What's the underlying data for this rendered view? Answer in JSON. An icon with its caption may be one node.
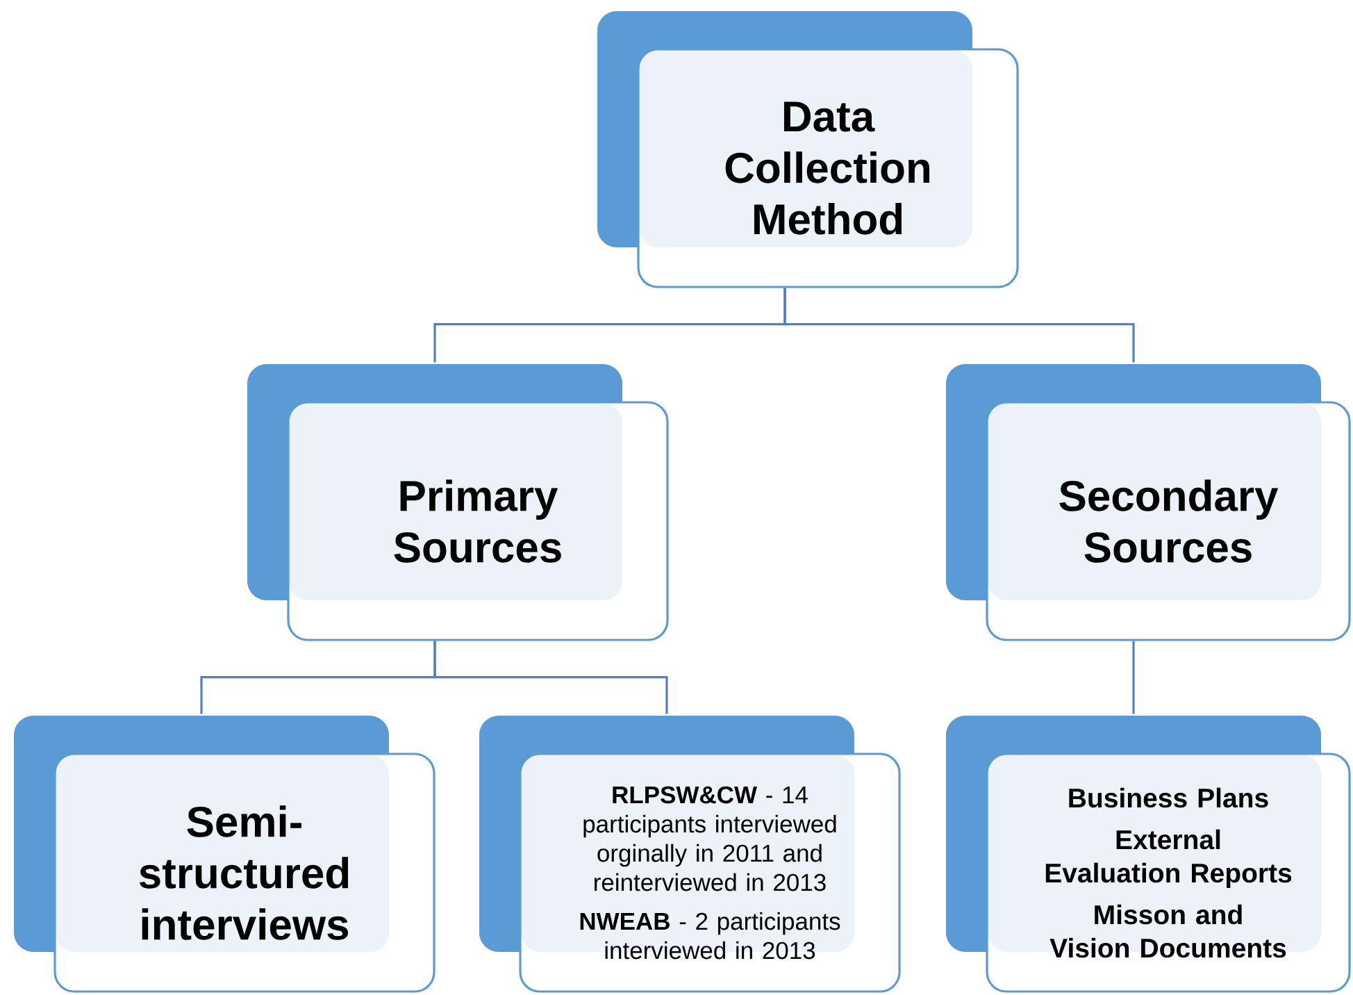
{
  "diagram": {
    "nodes": [
      {
        "text": [
          "Data Collection Method"
        ]
      },
      {
        "text": [
          "Primary Sources"
        ]
      },
      {
        "text": [
          "Secondary Sources"
        ]
      },
      {
        "text": [
          "Semi-structured interviews"
        ]
      },
      {
        "text": [
          "**RLPSW&CW** - 14 participants interviewed orginally in 2011 and reinterviewed in 2013",
          "**NWEAB** - 2 participants interviewed in 2013"
        ]
      },
      {
        "text": [
          "Business Plans",
          "External Evaluation Reports",
          "Misson and Vision Documents"
        ]
      }
    ],
    "edges": [
      {
        "from": 0,
        "to": 1,
        "arrow": "none"
      },
      {
        "from": 0,
        "to": 2,
        "arrow": "none"
      },
      {
        "from": 1,
        "to": 3,
        "arrow": "none"
      },
      {
        "from": 1,
        "to": 4,
        "arrow": "none"
      },
      {
        "from": 2,
        "to": 5,
        "arrow": "none"
      }
    ]
  }
}
